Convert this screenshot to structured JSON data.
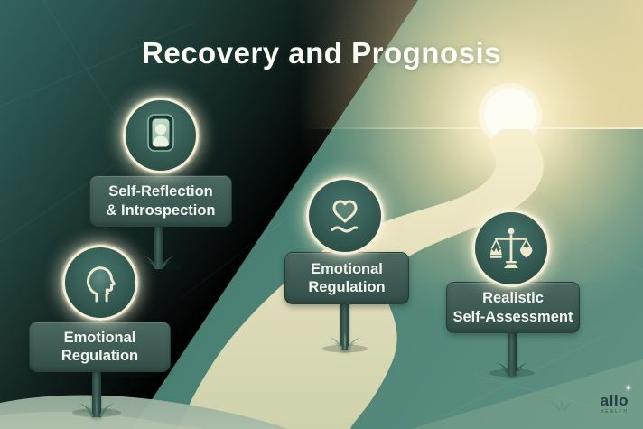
{
  "title": "Recovery and Prognosis",
  "signs": [
    {
      "id": "self-reflection",
      "icon": "mirror-icon",
      "lines": [
        "Self-Reflection",
        "& Introspection"
      ]
    },
    {
      "id": "emotional-regulation-left",
      "icon": "head-profile-icon",
      "lines": [
        "Emotional",
        "Regulation"
      ]
    },
    {
      "id": "emotional-regulation-center",
      "icon": "heart-wave-icon",
      "lines": [
        "Emotional",
        "Regulation"
      ]
    },
    {
      "id": "realistic-self-assessment",
      "icon": "balance-scale-icon",
      "lines": [
        "Realistic",
        "Self-Assessment"
      ]
    }
  ],
  "logo": {
    "name": "allo",
    "subtext": "HEALTH",
    "sparkle_glyph": "✦"
  },
  "colors": {
    "background_teal": "#3E7269",
    "sky_gold": "#E6D7A6",
    "sun": "#FFFDF3",
    "path_cream": "#EDE6C6",
    "sign_board": "#405C55",
    "sign_text": "#F2F5EE",
    "badge_ring": "#F5EED6",
    "logo_dark": "#18333D"
  }
}
